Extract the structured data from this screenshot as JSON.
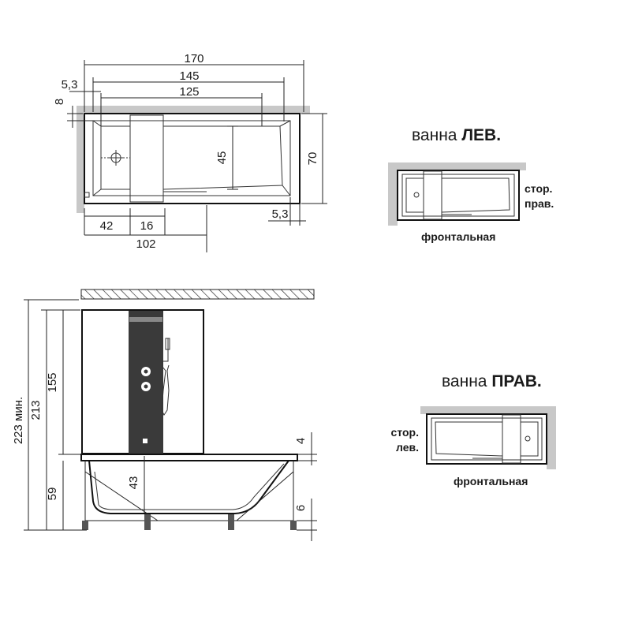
{
  "plan_view": {
    "dims": {
      "d170": "170",
      "d145": "145",
      "d125": "125",
      "d5_3_top": "5,3",
      "d8": "8",
      "d45": "45",
      "d70": "70",
      "d5_3_bottom": "5,3",
      "d42": "42",
      "d16": "16",
      "d102": "102"
    }
  },
  "elevation_view": {
    "dims": {
      "d223": "223 мин.",
      "d213": "213",
      "d155": "155",
      "d59": "59",
      "d43": "43",
      "d4": "4",
      "d6": "6"
    }
  },
  "variant_left": {
    "title_plain": "ванна ",
    "title_bold": "ЛЕВ.",
    "side_line1": "стор.",
    "side_line2": "прав.",
    "front": "фронтальная"
  },
  "variant_right": {
    "title_plain": "ванна ",
    "title_bold": "ПРАВ.",
    "side_line1": "стор.",
    "side_line2": "лев.",
    "front": "фронтальная"
  },
  "colors": {
    "wall_gray": "#c8c8c8",
    "panel_dark": "#3a3a3a",
    "line": "#111111"
  }
}
